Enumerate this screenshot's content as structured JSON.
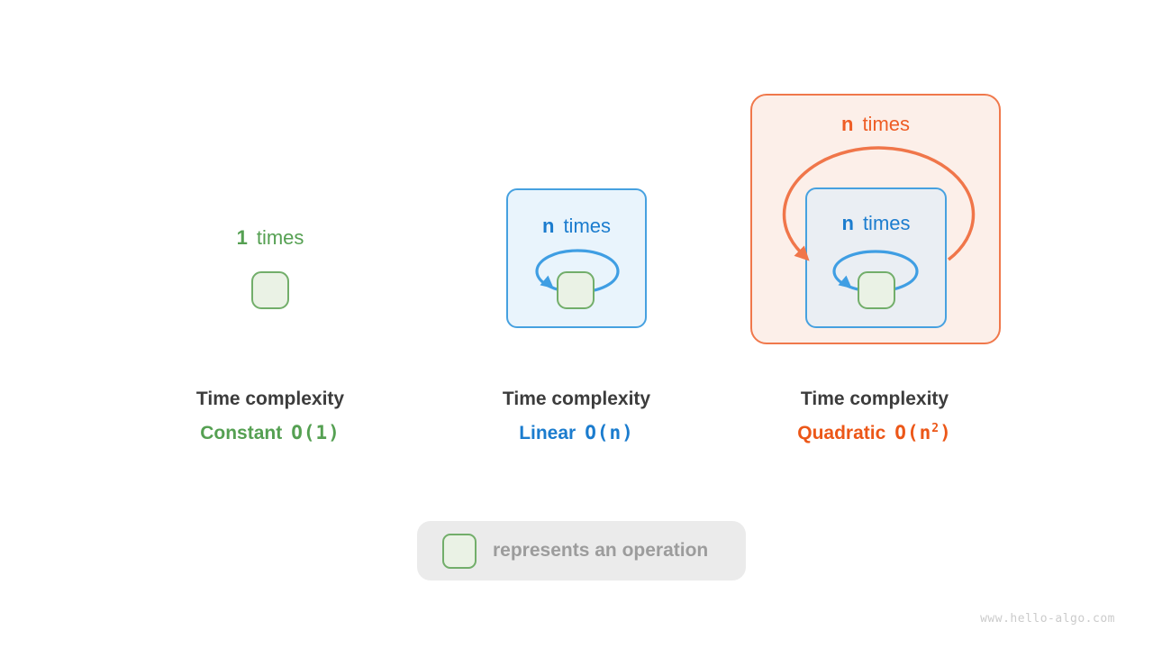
{
  "watermark": {
    "text": "www.hello-algo.com"
  },
  "legend": {
    "text": "represents an operation"
  },
  "panels": [
    {
      "key": "constant",
      "loop_count": "1",
      "loop_word": "times",
      "caption_title": "Time complexity",
      "complexity_name": "Constant",
      "notation_prefix": "O(1)",
      "notation_sup": "",
      "notation_suffix": "",
      "accent": "#55a052"
    },
    {
      "key": "linear",
      "loop_count": "n",
      "loop_word": "times",
      "caption_title": "Time complexity",
      "complexity_name": "Linear",
      "notation_prefix": "O(n)",
      "notation_sup": "",
      "notation_suffix": "",
      "accent": "#1b7cce"
    },
    {
      "key": "quadratic",
      "outer_loop_count": "n",
      "outer_loop_word": "times",
      "inner_loop_count": "n",
      "inner_loop_word": "times",
      "caption_title": "Time complexity",
      "complexity_name": "Quadratic",
      "notation_prefix": "O(n",
      "notation_sup": "2",
      "notation_suffix": ")",
      "accent": "#ec5718"
    }
  ],
  "colors": {
    "green_text": "#55a052",
    "green_box_border": "#72ae6a",
    "green_box_fill": "#eaf2e5",
    "blue_text": "#1b7cce",
    "blue_loop_stroke": "#3f9ee3",
    "blue_panel_fill": "#e9f4fc",
    "blue_panel_border": "#46a1e0",
    "inner_panel_fill": "#eaeef3",
    "orange_text": "#ee5d25",
    "orange_loop_stroke": "#f0764a",
    "orange_panel_fill": "#fcefe9",
    "orange_panel_border": "#f0784b",
    "caption_text": "#3c3c3c",
    "legend_background": "#ebebeb",
    "legend_text": "#9c9c9c",
    "watermark_text": "#cbcbcb"
  }
}
